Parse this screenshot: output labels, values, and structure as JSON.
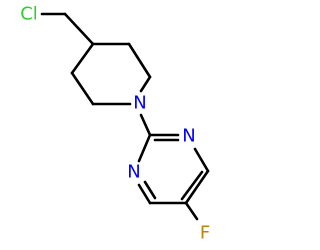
{
  "molecule": {
    "atoms": [
      {
        "id": "cl",
        "element": "Cl",
        "label": "Cl",
        "color": "#32CD32"
      },
      {
        "id": "n_pip",
        "element": "N",
        "label": "N",
        "color": "#0000FF"
      },
      {
        "id": "n_pyr_a",
        "element": "N",
        "label": "N",
        "color": "#0000FF"
      },
      {
        "id": "n_pyr_b",
        "element": "N",
        "label": "N",
        "color": "#0000FF"
      },
      {
        "id": "f",
        "element": "F",
        "label": "F",
        "color": "#B8860B"
      }
    ]
  }
}
